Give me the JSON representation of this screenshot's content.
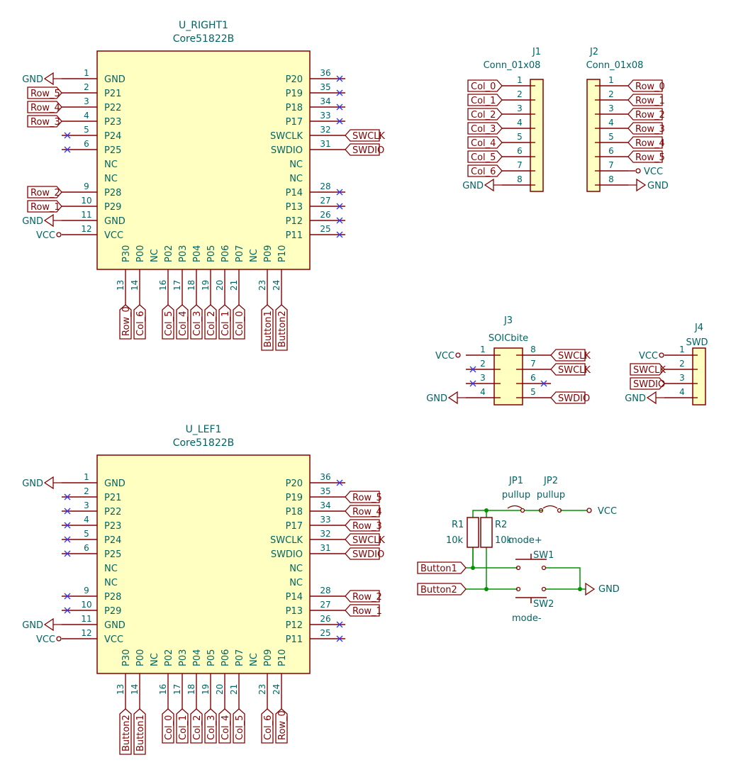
{
  "colors": {
    "body": "#840000",
    "fill": "#ffffc2",
    "wire": "#009300",
    "text": "#006464",
    "pin": "#840000",
    "label": "#840000",
    "nc": "#3232ff"
  },
  "u_right": {
    "ref": "U_RIGHT1",
    "value": "Core51822B",
    "left_pins": [
      {
        "num": "1",
        "name": "GND",
        "net": "GND",
        "kind": "gnd"
      },
      {
        "num": "2",
        "name": "P21",
        "net": "Row_5",
        "kind": "label"
      },
      {
        "num": "3",
        "name": "P22",
        "net": "Row_4",
        "kind": "label"
      },
      {
        "num": "4",
        "name": "P23",
        "net": "Row_3",
        "kind": "label"
      },
      {
        "num": "5",
        "name": "P24",
        "net": "",
        "kind": "nc"
      },
      {
        "num": "6",
        "name": "P25",
        "net": "",
        "kind": "nc"
      },
      {
        "num": "",
        "name": "NC",
        "net": "",
        "kind": "none"
      },
      {
        "num": "",
        "name": "NC",
        "net": "",
        "kind": "none"
      },
      {
        "num": "9",
        "name": "P28",
        "net": "Row_2",
        "kind": "label"
      },
      {
        "num": "10",
        "name": "P29",
        "net": "Row_1",
        "kind": "label"
      },
      {
        "num": "11",
        "name": "GND",
        "net": "GND",
        "kind": "gnd"
      },
      {
        "num": "12",
        "name": "VCC",
        "net": "VCC",
        "kind": "vcc"
      }
    ],
    "right_pins": [
      {
        "num": "36",
        "name": "P20",
        "net": "",
        "kind": "nc"
      },
      {
        "num": "35",
        "name": "P19",
        "net": "",
        "kind": "nc"
      },
      {
        "num": "34",
        "name": "P18",
        "net": "",
        "kind": "nc"
      },
      {
        "num": "33",
        "name": "P17",
        "net": "",
        "kind": "nc"
      },
      {
        "num": "32",
        "name": "SWCLK",
        "net": "SWCLK",
        "kind": "label"
      },
      {
        "num": "31",
        "name": "SWDIO",
        "net": "SWDIO",
        "kind": "label"
      },
      {
        "num": "",
        "name": "NC",
        "net": "",
        "kind": "none"
      },
      {
        "num": "",
        "name": "NC",
        "net": "",
        "kind": "none"
      },
      {
        "num": "28",
        "name": "P14",
        "net": "",
        "kind": "nc"
      },
      {
        "num": "27",
        "name": "P13",
        "net": "",
        "kind": "nc"
      },
      {
        "num": "26",
        "name": "P12",
        "net": "",
        "kind": "nc"
      },
      {
        "num": "25",
        "name": "P11",
        "net": "",
        "kind": "nc"
      }
    ],
    "bottom_pins": [
      {
        "num": "13",
        "name": "P30",
        "net": "Row_0",
        "kind": "label"
      },
      {
        "num": "14",
        "name": "P00",
        "net": "Col_6",
        "kind": "label"
      },
      {
        "num": "",
        "name": "NC",
        "net": "",
        "kind": "none"
      },
      {
        "num": "16",
        "name": "P02",
        "net": "Col_5",
        "kind": "label"
      },
      {
        "num": "17",
        "name": "P03",
        "net": "Col_4",
        "kind": "label"
      },
      {
        "num": "18",
        "name": "P04",
        "net": "Col_3",
        "kind": "label"
      },
      {
        "num": "19",
        "name": "P05",
        "net": "Col_2",
        "kind": "label"
      },
      {
        "num": "20",
        "name": "P06",
        "net": "Col_1",
        "kind": "label"
      },
      {
        "num": "21",
        "name": "P07",
        "net": "Col_0",
        "kind": "label"
      },
      {
        "num": "",
        "name": "NC",
        "net": "",
        "kind": "none"
      },
      {
        "num": "23",
        "name": "P09",
        "net": "Button1",
        "kind": "label"
      },
      {
        "num": "24",
        "name": "P10",
        "net": "Button2",
        "kind": "label"
      }
    ]
  },
  "u_left": {
    "ref": "U_LEF1",
    "value": "Core51822B",
    "left_pins": [
      {
        "num": "1",
        "name": "GND",
        "net": "GND",
        "kind": "gnd"
      },
      {
        "num": "2",
        "name": "P21",
        "net": "",
        "kind": "nc"
      },
      {
        "num": "3",
        "name": "P22",
        "net": "",
        "kind": "nc"
      },
      {
        "num": "4",
        "name": "P23",
        "net": "",
        "kind": "nc"
      },
      {
        "num": "5",
        "name": "P24",
        "net": "",
        "kind": "nc"
      },
      {
        "num": "6",
        "name": "P25",
        "net": "",
        "kind": "nc"
      },
      {
        "num": "",
        "name": "NC",
        "net": "",
        "kind": "none"
      },
      {
        "num": "",
        "name": "NC",
        "net": "",
        "kind": "none"
      },
      {
        "num": "9",
        "name": "P28",
        "net": "",
        "kind": "nc"
      },
      {
        "num": "10",
        "name": "P29",
        "net": "",
        "kind": "nc"
      },
      {
        "num": "11",
        "name": "GND",
        "net": "GND",
        "kind": "gnd"
      },
      {
        "num": "12",
        "name": "VCC",
        "net": "VCC",
        "kind": "vcc"
      }
    ],
    "right_pins": [
      {
        "num": "36",
        "name": "P20",
        "net": "",
        "kind": "nc"
      },
      {
        "num": "35",
        "name": "P19",
        "net": "Row_5",
        "kind": "label"
      },
      {
        "num": "34",
        "name": "P18",
        "net": "Row_4",
        "kind": "label"
      },
      {
        "num": "33",
        "name": "P17",
        "net": "Row_3",
        "kind": "label"
      },
      {
        "num": "32",
        "name": "SWCLK",
        "net": "SWCLK",
        "kind": "label"
      },
      {
        "num": "31",
        "name": "SWDIO",
        "net": "SWDIO",
        "kind": "label"
      },
      {
        "num": "",
        "name": "NC",
        "net": "",
        "kind": "none"
      },
      {
        "num": "",
        "name": "NC",
        "net": "",
        "kind": "none"
      },
      {
        "num": "28",
        "name": "P14",
        "net": "Row_2",
        "kind": "label"
      },
      {
        "num": "27",
        "name": "P13",
        "net": "Row_1",
        "kind": "label"
      },
      {
        "num": "26",
        "name": "P12",
        "net": "",
        "kind": "nc"
      },
      {
        "num": "25",
        "name": "P11",
        "net": "",
        "kind": "nc"
      }
    ],
    "bottom_pins": [
      {
        "num": "13",
        "name": "P30",
        "net": "Button2",
        "kind": "label"
      },
      {
        "num": "14",
        "name": "P00",
        "net": "Button1",
        "kind": "label"
      },
      {
        "num": "",
        "name": "NC",
        "net": "",
        "kind": "none"
      },
      {
        "num": "16",
        "name": "P02",
        "net": "Col_0",
        "kind": "label"
      },
      {
        "num": "17",
        "name": "P03",
        "net": "Col_1",
        "kind": "label"
      },
      {
        "num": "18",
        "name": "P04",
        "net": "Col_2",
        "kind": "label"
      },
      {
        "num": "19",
        "name": "P05",
        "net": "Col_3",
        "kind": "label"
      },
      {
        "num": "20",
        "name": "P06",
        "net": "Col_4",
        "kind": "label"
      },
      {
        "num": "21",
        "name": "P07",
        "net": "Col_5",
        "kind": "label"
      },
      {
        "num": "",
        "name": "NC",
        "net": "",
        "kind": "none"
      },
      {
        "num": "23",
        "name": "P09",
        "net": "Col_6",
        "kind": "label"
      },
      {
        "num": "24",
        "name": "P10",
        "net": "Row_0",
        "kind": "label"
      }
    ]
  },
  "j1": {
    "ref": "J1",
    "value": "Conn_01x08",
    "pins": [
      {
        "num": "1",
        "net": "Col_0",
        "kind": "label"
      },
      {
        "num": "2",
        "net": "Col_1",
        "kind": "label"
      },
      {
        "num": "3",
        "net": "Col_2",
        "kind": "label"
      },
      {
        "num": "4",
        "net": "Col_3",
        "kind": "label"
      },
      {
        "num": "5",
        "net": "Col_4",
        "kind": "label"
      },
      {
        "num": "6",
        "net": "Col_5",
        "kind": "label"
      },
      {
        "num": "7",
        "net": "Col_6",
        "kind": "label"
      },
      {
        "num": "8",
        "net": "GND",
        "kind": "gnd"
      }
    ]
  },
  "j2": {
    "ref": "J2",
    "value": "Conn_01x08",
    "pins": [
      {
        "num": "1",
        "net": "Row_0",
        "kind": "label"
      },
      {
        "num": "2",
        "net": "Row_1",
        "kind": "label"
      },
      {
        "num": "3",
        "net": "Row_2",
        "kind": "label"
      },
      {
        "num": "4",
        "net": "Row_3",
        "kind": "label"
      },
      {
        "num": "5",
        "net": "Row_4",
        "kind": "label"
      },
      {
        "num": "6",
        "net": "Row_5",
        "kind": "label"
      },
      {
        "num": "7",
        "net": "VCC",
        "kind": "vcc"
      },
      {
        "num": "8",
        "net": "GND",
        "kind": "gnd"
      }
    ]
  },
  "j3": {
    "ref": "J3",
    "value": "SOICbite",
    "left_pins": [
      {
        "num": "1",
        "net": "VCC",
        "kind": "vcc"
      },
      {
        "num": "2",
        "net": "",
        "kind": "nc"
      },
      {
        "num": "3",
        "net": "",
        "kind": "nc"
      },
      {
        "num": "4",
        "net": "GND",
        "kind": "gnd"
      }
    ],
    "right_pins": [
      {
        "num": "8",
        "net": "SWCLK",
        "kind": "label"
      },
      {
        "num": "7",
        "net": "SWCLK",
        "kind": "label"
      },
      {
        "num": "6",
        "net": "",
        "kind": "nc"
      },
      {
        "num": "5",
        "net": "SWDIO",
        "kind": "label"
      }
    ]
  },
  "j4": {
    "ref": "J4",
    "value": "SWD",
    "pins": [
      {
        "num": "1",
        "net": "VCC",
        "kind": "vcc"
      },
      {
        "num": "2",
        "net": "SWCLK",
        "kind": "label"
      },
      {
        "num": "3",
        "net": "SWDIO",
        "kind": "label"
      },
      {
        "num": "4",
        "net": "GND",
        "kind": "gnd"
      }
    ]
  },
  "buttons": {
    "jp1_ref": "JP1",
    "jp1_value": "pullup",
    "jp2_ref": "JP2",
    "jp2_value": "pullup",
    "vcc": "VCC",
    "r1_ref": "R1",
    "r1_value": "10k",
    "r2_ref": "R2",
    "r2_value": "10k",
    "button1": "Button1",
    "button2": "Button2",
    "sw1_ref": "SW1",
    "sw1_value": "mode+",
    "sw2_ref": "SW2",
    "sw2_value": "mode-",
    "gnd": "GND"
  }
}
